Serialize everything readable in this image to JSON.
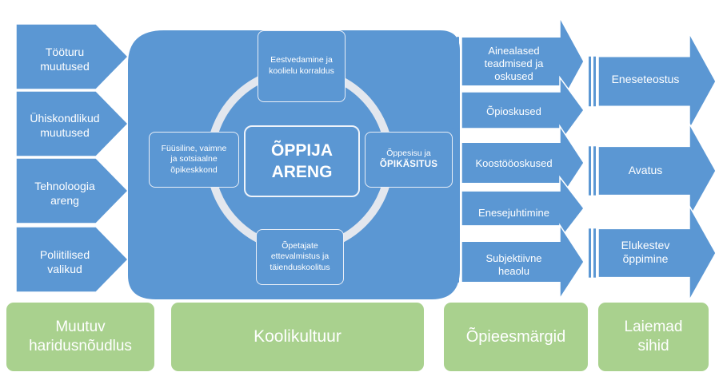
{
  "colors": {
    "arrow_fill": "#5b97d3",
    "arrow_stroke": "#ffffff",
    "panel_fill": "#5b97d3",
    "cycle_ring": "#e3e7ee",
    "label_band": "#a9d18e",
    "text": "#ffffff"
  },
  "inputs": [
    {
      "label": "Tööturu\nmuutused"
    },
    {
      "label": "Ühiskondlikud\nmuutused"
    },
    {
      "label": "Tehnoloogia\nareng"
    },
    {
      "label": "Poliitilised\nvalikud"
    }
  ],
  "core": {
    "center_line1": "ÕPPIJA",
    "center_line2": "ARENG",
    "top": "Eestvedamine ja\nkoolielu korraldus",
    "left": "Füüsiline, vaimne\nja sotsiaalne\nõpikeskkond",
    "right_line1": "Õppesisu ja",
    "right_line2": "ÕPIKÄSITUS",
    "bottom": "Õpetajate\nettevalmistus ja\ntäienduskoolitus"
  },
  "outcomes": [
    {
      "label": "Ainealased\nteadmised ja\noskused"
    },
    {
      "label": "Õpioskused"
    },
    {
      "label": "Koostööoskused"
    },
    {
      "label": "Enesejuhtimine"
    },
    {
      "label": "Subjektiivne\nheaolu"
    }
  ],
  "aims": [
    {
      "label": "Eneseteostus"
    },
    {
      "label": "Avatus"
    },
    {
      "label": "Elukestev\nõppimine"
    }
  ],
  "bands": {
    "inputs": "Muutuv\nharidusnõudlus",
    "core": "Koolikultuur",
    "outcomes": "Õpieesmärgid",
    "aims": "Laiemad\nsihid"
  }
}
